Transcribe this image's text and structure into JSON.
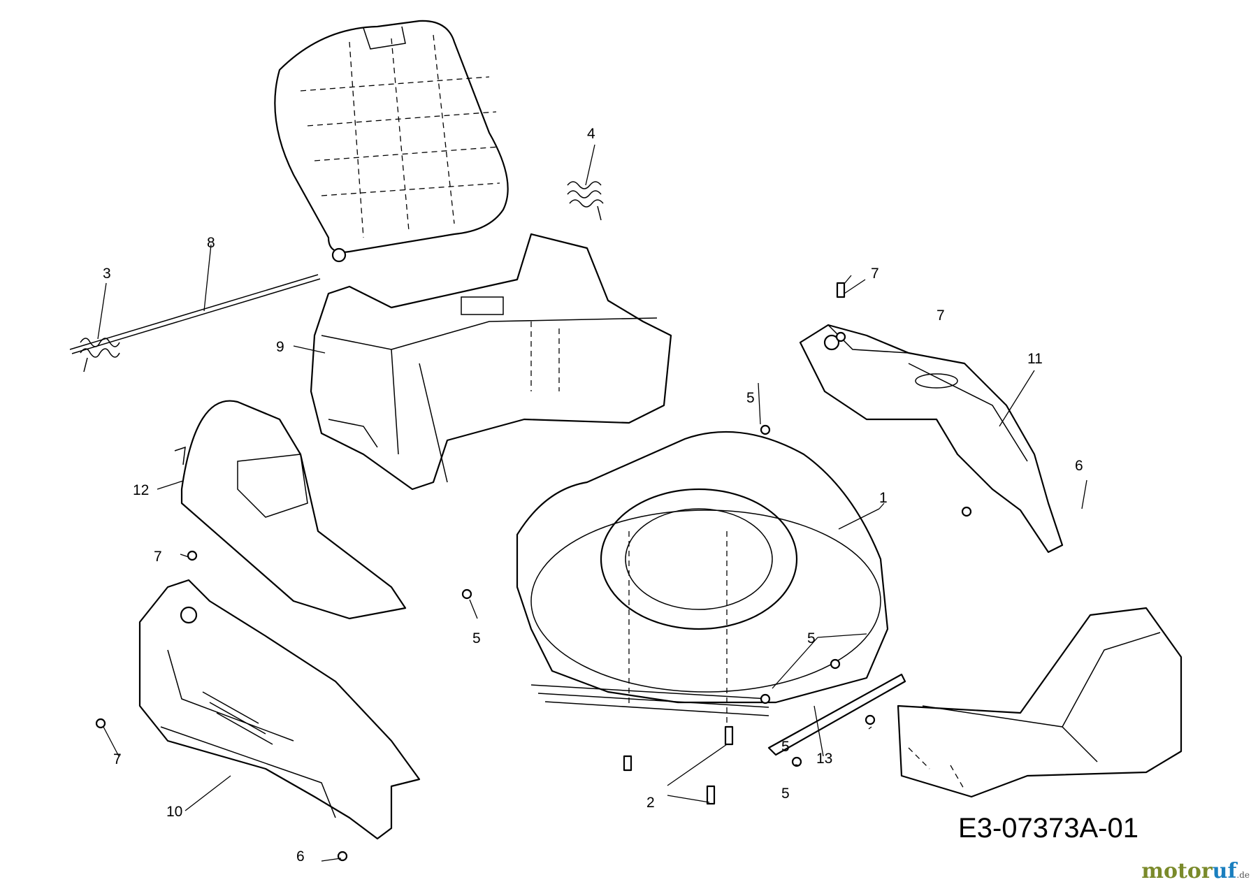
{
  "diagram": {
    "code": "E3-07373A-01",
    "watermark": {
      "name_a": "motor",
      "name_b": "uf",
      "suffix": ".de"
    },
    "callouts": [
      "1",
      "2",
      "3",
      "4",
      "5",
      "5",
      "5",
      "5",
      "5",
      "6",
      "6",
      "7",
      "7",
      "7",
      "7",
      "8",
      "9",
      "10",
      "11",
      "12",
      "13"
    ]
  }
}
